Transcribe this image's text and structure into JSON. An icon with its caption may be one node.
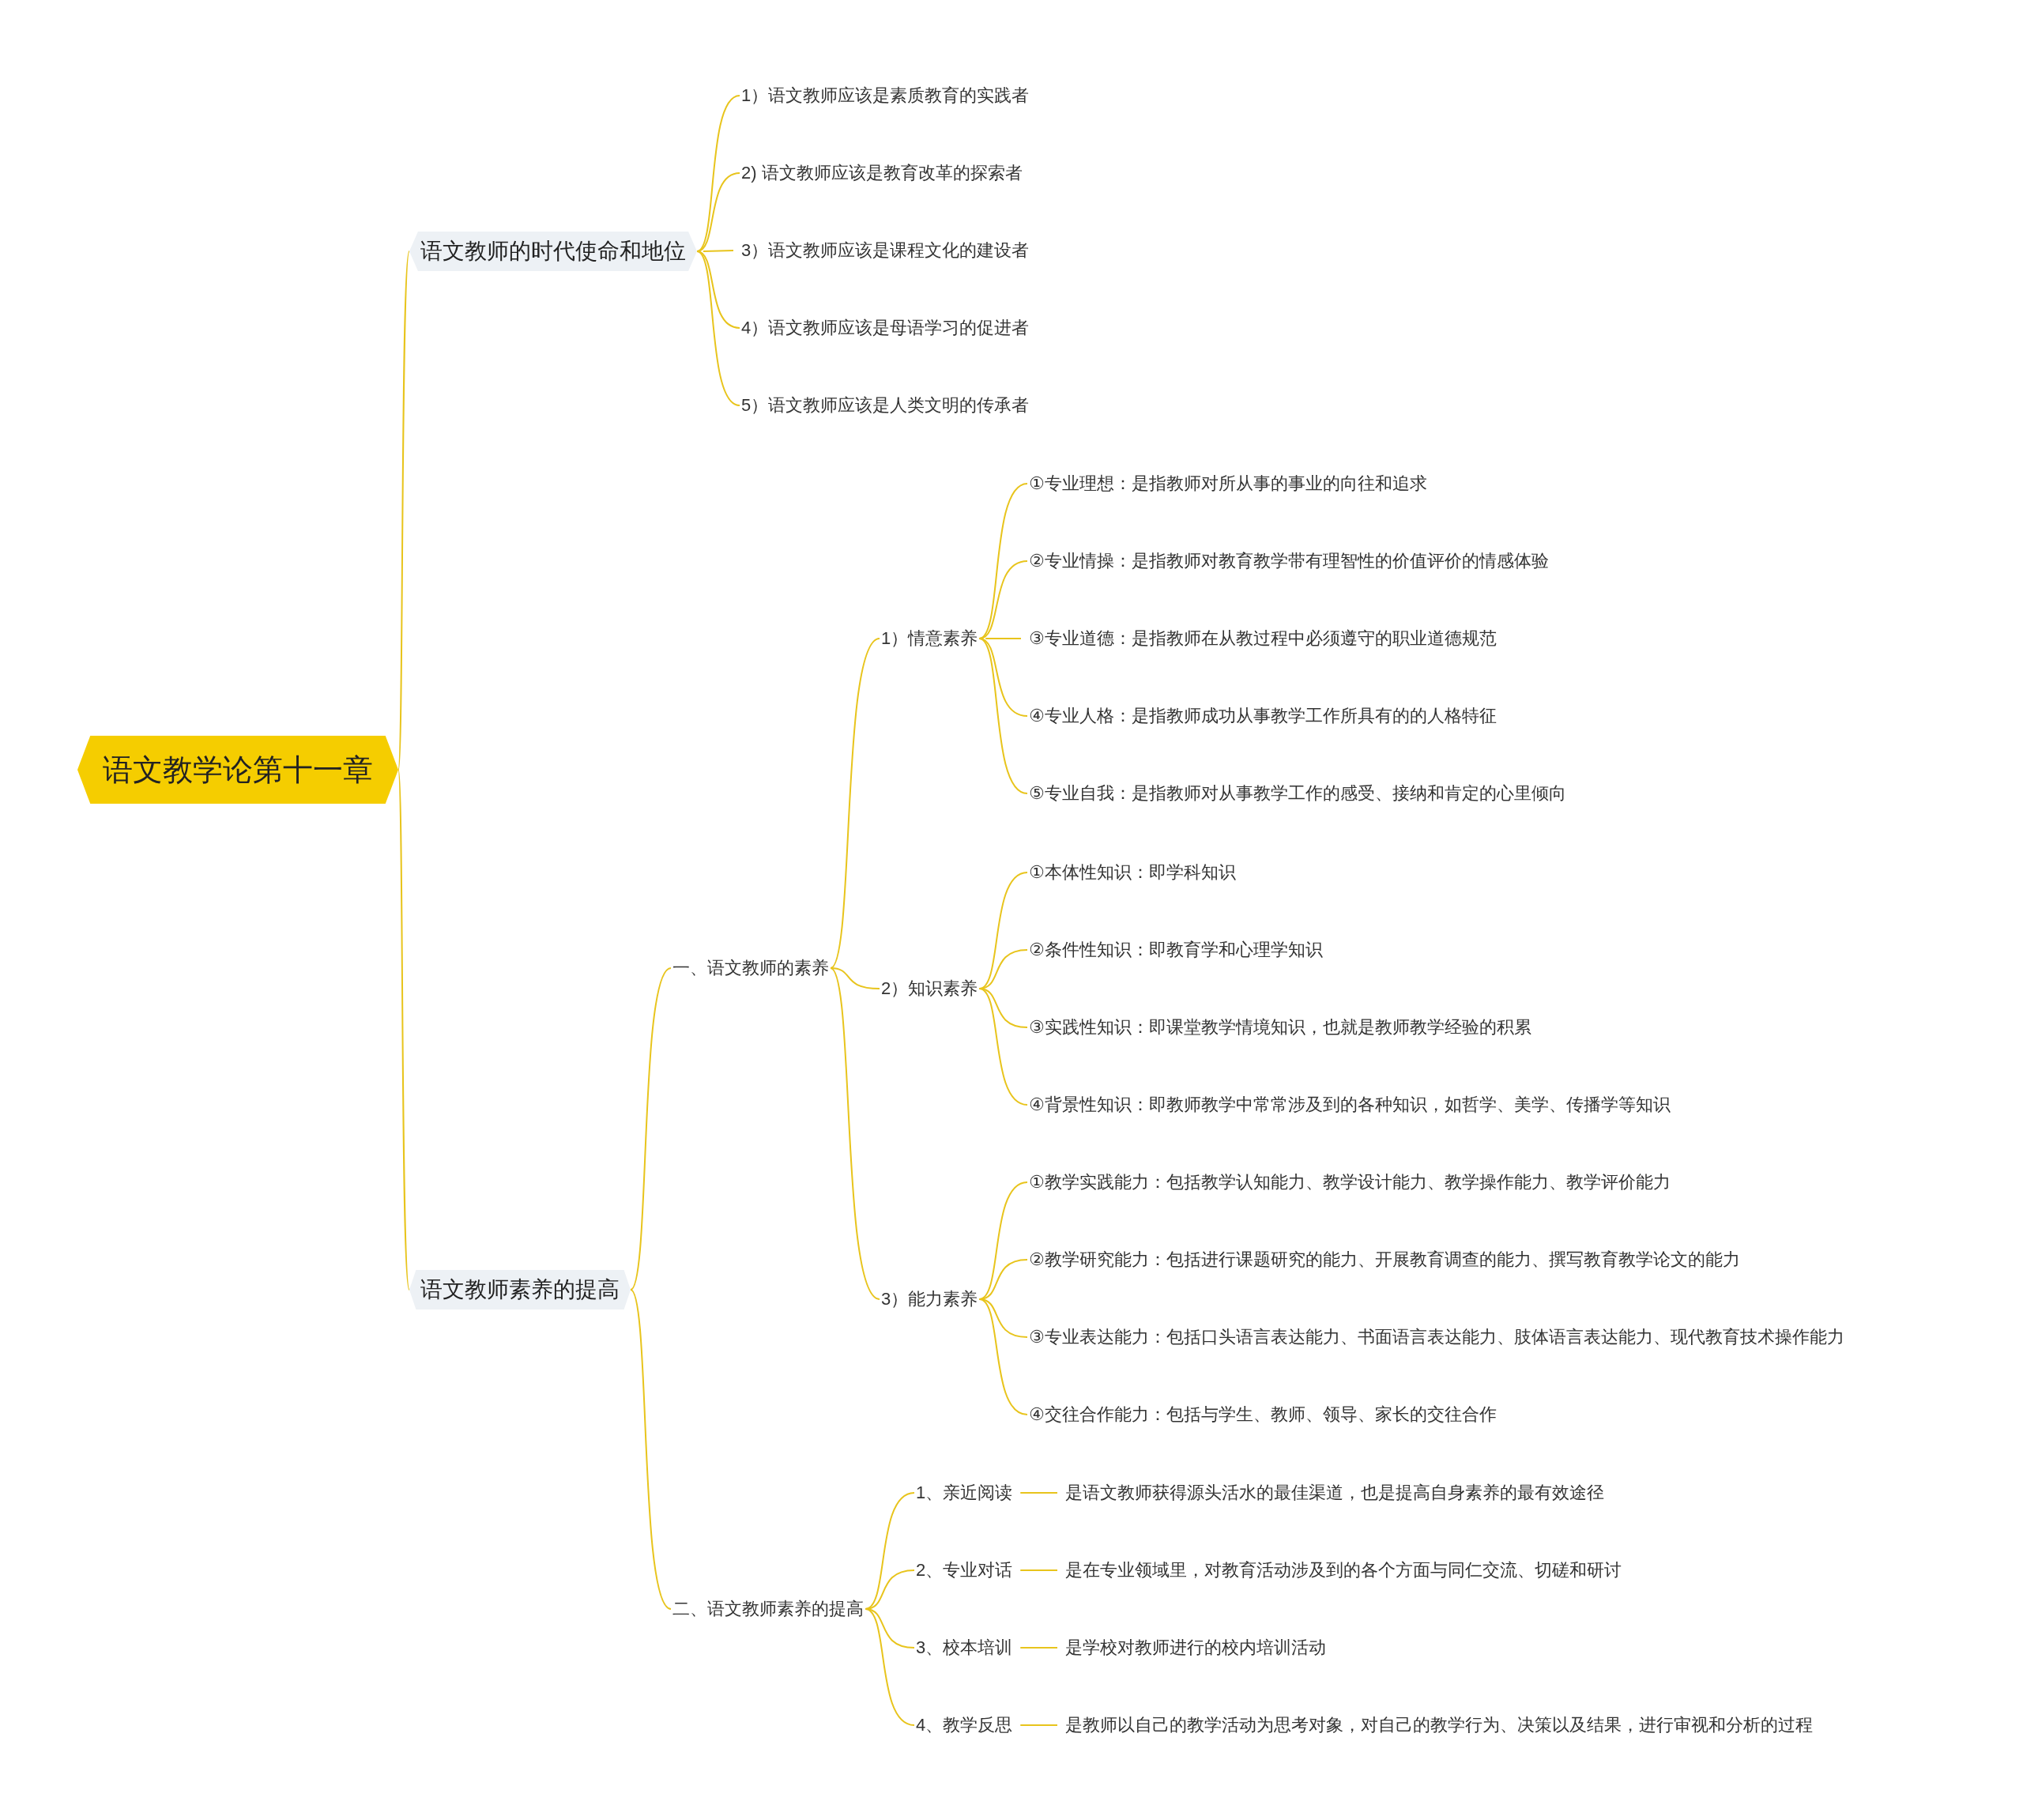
{
  "diagram": {
    "nodes": [
      {
        "text": [
          "语文教学论第十一章"
        ]
      },
      {
        "text": [
          "语文教师的时代使命和地位"
        ]
      },
      {
        "text": [
          "1）语文教师应该是素质教育的实践者"
        ]
      },
      {
        "text": [
          "2) 语文教师应该是教育改革的探索者"
        ]
      },
      {
        "text": [
          "3）语文教师应该是课程文化的建设者"
        ]
      },
      {
        "text": [
          "4）语文教师应该是母语学习的促进者"
        ]
      },
      {
        "text": [
          "5）语文教师应该是人类文明的传承者"
        ]
      },
      {
        "text": [
          "语文教师素养的提高"
        ]
      },
      {
        "text": [
          "一、语文教师的素养"
        ]
      },
      {
        "text": [
          "1）情意素养"
        ]
      },
      {
        "text": [
          "①专业理想：是指教师对所从事的事业的向往和追求"
        ]
      },
      {
        "text": [
          "②专业情操：是指教师对教育教学带有理智性的价值评价的情感体验"
        ]
      },
      {
        "text": [
          "③专业道德：是指教师在从教过程中必须遵守的职业道德规范"
        ]
      },
      {
        "text": [
          "④专业人格：是指教师成功从事教学工作所具有的的人格特征"
        ]
      },
      {
        "text": [
          "⑤专业自我：是指教师对从事教学工作的感受、接纳和肯定的心里倾向"
        ]
      },
      {
        "text": [
          "2）知识素养"
        ]
      },
      {
        "text": [
          "①本体性知识：即学科知识"
        ]
      },
      {
        "text": [
          "②条件性知识：即教育学和心理学知识"
        ]
      },
      {
        "text": [
          "③实践性知识：即课堂教学情境知识，也就是教师教学经验的积累"
        ]
      },
      {
        "text": [
          "④背景性知识：即教师教学中常常涉及到的各种知识，如哲学、美学、传播学等知识"
        ]
      },
      {
        "text": [
          "3）能力素养"
        ]
      },
      {
        "text": [
          "①教学实践能力：包括教学认知能力、教学设计能力、教学操作能力、教学评价能力"
        ]
      },
      {
        "text": [
          "②教学研究能力：包括进行课题研究的能力、开展教育调查的能力、撰写教育教学论文的能力"
        ]
      },
      {
        "text": [
          "③专业表达能力：包括口头语言表达能力、书面语言表达能力、肢体语言表达能力、现代教育技术操作能力"
        ]
      },
      {
        "text": [
          "④交往合作能力：包括与学生、教师、领导、家长的交往合作"
        ]
      },
      {
        "text": [
          "二、语文教师素养的提高"
        ]
      },
      {
        "text": [
          "1、亲近阅读"
        ]
      },
      {
        "text": [
          "是语文教师获得源头活水的最佳渠道，也是提高自身素养的最有效途径"
        ]
      },
      {
        "text": [
          "2、专业对话"
        ]
      },
      {
        "text": [
          "是在专业领域里，对教育活动涉及到的各个方面与同仁交流、切磋和研讨"
        ]
      },
      {
        "text": [
          "3、校本培训"
        ]
      },
      {
        "text": [
          "是学校对教师进行的校内培训活动"
        ]
      },
      {
        "text": [
          "4、教学反思"
        ]
      },
      {
        "text": [
          "是教师以自己的教学活动为思考对象，对自己的教学行为、决策以及结果，进行审视和分析的过程"
        ]
      }
    ],
    "edges": [
      {
        "from": 0,
        "to": 1,
        "arrow": "none"
      },
      {
        "from": 0,
        "to": 7,
        "arrow": "none"
      },
      {
        "from": 1,
        "to": 2,
        "arrow": "none"
      },
      {
        "from": 1,
        "to": 3,
        "arrow": "none"
      },
      {
        "from": 1,
        "to": 4,
        "arrow": "none"
      },
      {
        "from": 1,
        "to": 5,
        "arrow": "none"
      },
      {
        "from": 1,
        "to": 6,
        "arrow": "none"
      },
      {
        "from": 7,
        "to": 8,
        "arrow": "none"
      },
      {
        "from": 7,
        "to": 25,
        "arrow": "none"
      },
      {
        "from": 8,
        "to": 9,
        "arrow": "none"
      },
      {
        "from": 8,
        "to": 15,
        "arrow": "none"
      },
      {
        "from": 8,
        "to": 20,
        "arrow": "none"
      },
      {
        "from": 9,
        "to": 10,
        "arrow": "none"
      },
      {
        "from": 9,
        "to": 11,
        "arrow": "none"
      },
      {
        "from": 9,
        "to": 12,
        "arrow": "none"
      },
      {
        "from": 9,
        "to": 13,
        "arrow": "none"
      },
      {
        "from": 9,
        "to": 14,
        "arrow": "none"
      },
      {
        "from": 15,
        "to": 16,
        "arrow": "none"
      },
      {
        "from": 15,
        "to": 17,
        "arrow": "none"
      },
      {
        "from": 15,
        "to": 18,
        "arrow": "none"
      },
      {
        "from": 15,
        "to": 19,
        "arrow": "none"
      },
      {
        "from": 20,
        "to": 21,
        "arrow": "none"
      },
      {
        "from": 20,
        "to": 22,
        "arrow": "none"
      },
      {
        "from": 20,
        "to": 23,
        "arrow": "none"
      },
      {
        "from": 20,
        "to": 24,
        "arrow": "none"
      },
      {
        "from": 25,
        "to": 26,
        "arrow": "none"
      },
      {
        "from": 26,
        "to": 27,
        "arrow": "none"
      },
      {
        "from": 25,
        "to": 28,
        "arrow": "none"
      },
      {
        "from": 28,
        "to": 29,
        "arrow": "none"
      },
      {
        "from": 25,
        "to": 30,
        "arrow": "none"
      },
      {
        "from": 30,
        "to": 31,
        "arrow": "none"
      },
      {
        "from": 25,
        "to": 32,
        "arrow": "none"
      },
      {
        "from": 32,
        "to": 33,
        "arrow": "none"
      }
    ]
  }
}
